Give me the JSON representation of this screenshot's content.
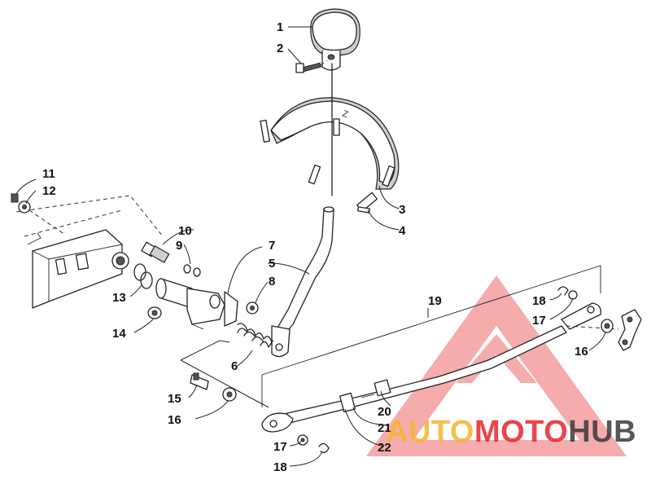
{
  "callouts": {
    "c1": "1",
    "c2": "2",
    "c3": "3",
    "c4": "4",
    "c5": "5",
    "c6": "6",
    "c7": "7",
    "c8": "8",
    "c9": "9",
    "c10": "10",
    "c11": "11",
    "c12": "12",
    "c13": "13",
    "c14": "14",
    "c15": "15",
    "c16a": "16",
    "c16b": "16",
    "c17a": "17",
    "c17b": "17",
    "c18a": "18",
    "c18b": "18",
    "c19": "19",
    "c20": "20",
    "c21": "21",
    "c22": "22"
  },
  "watermark": {
    "part1": "AUTO",
    "part2": "MOTO",
    "part3": "HUB",
    "color_auto": "#f5b52e",
    "color_moto": "#e8242a",
    "color_hub": "#3a3a3a",
    "logo_color": "#e8242a"
  }
}
